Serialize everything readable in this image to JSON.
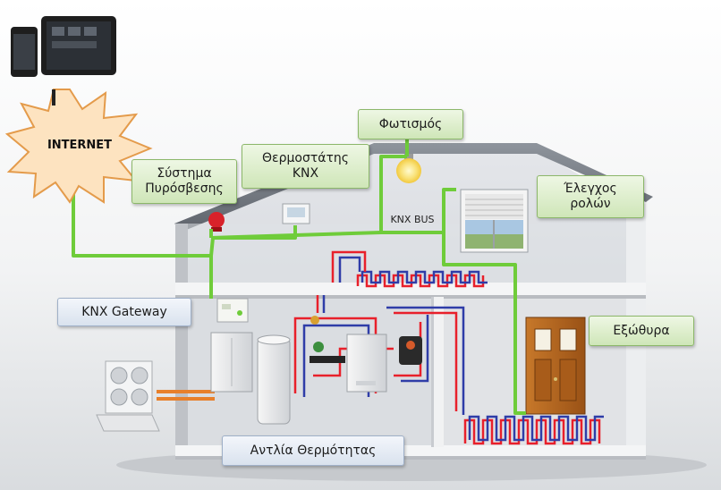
{
  "labels": {
    "internet": "INTERNET",
    "fotismos": "Φωτισμός",
    "thermostat": "Θερμοστάτης\nKNX",
    "fire_system": "Σύστημα\nΠυρόσβεσης",
    "blinds": "Έλεγχος\nρολών",
    "knx_bus": "KNX BUS",
    "knx_gateway": "KNX Gateway",
    "front_door": "Εξώθυρα",
    "heat_pump": "Αντλία Θερμότητας"
  },
  "colors": {
    "knx_bus_line": "#6fcc3a",
    "hot_pipe": "#e8202b",
    "cold_pipe": "#2f3da8",
    "label_green": "#d6eac2",
    "label_blue": "#dce4ef",
    "burst_fill": "#fde3c0",
    "door": "#b5661f"
  },
  "icons": {
    "devices": "smartphone-tablet-icon",
    "antenna": "antenna-icon",
    "bulb": "light-bulb-icon",
    "thermostat": "thermostat-icon",
    "fire_alarm": "fire-alarm-icon",
    "window_blind": "window-blind-icon",
    "door": "door-icon",
    "gateway": "knx-gateway-icon",
    "heat_pump": "heat-pump-icon"
  }
}
